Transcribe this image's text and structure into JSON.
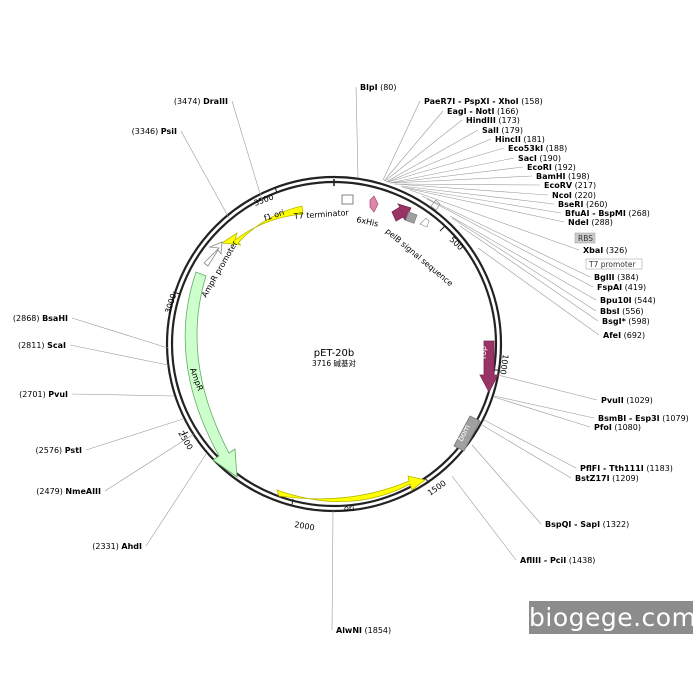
{
  "plasmid": {
    "name": "pET-20b",
    "size_label": "3716 碱基对"
  },
  "backbone": {
    "length": 3716,
    "ring_color": "#222222"
  },
  "ticks": [
    "500",
    "1000",
    "1500",
    "2000",
    "2500",
    "3000",
    "3500"
  ],
  "features": [
    {
      "name": "f1 ori",
      "color": "#ffff00",
      "stroke": "#b8b800"
    },
    {
      "name": "AmpR",
      "color": "#ccffcc",
      "stroke": "#66aa66"
    },
    {
      "name": "AmpR promoter",
      "color": "#ffffff",
      "stroke": "#888888"
    },
    {
      "name": "ori",
      "color": "#ffff00",
      "stroke": "#b8b800"
    },
    {
      "name": "bom",
      "color": "#a0a0a0",
      "stroke": "#777777"
    },
    {
      "name": "rop",
      "color": "#993366",
      "stroke": "#7a2850"
    },
    {
      "name": "pelB signal sequence",
      "color": "#993366",
      "stroke": "#7a2850"
    },
    {
      "name": "6xHis",
      "color": "#dd88aa",
      "stroke": "#aa5577"
    },
    {
      "name": "T7 terminator",
      "color": "#ffffff",
      "stroke": "#666666"
    }
  ],
  "boxed_labels": [
    "RBS",
    "T7 promoter"
  ],
  "sites": [
    {
      "name": "BlpI",
      "pos": "(80)"
    },
    {
      "name": "PaeR7I - PspXI - XhoI",
      "pos": "(158)"
    },
    {
      "name": "EagI - NotI",
      "pos": "(166)"
    },
    {
      "name": "HindIII",
      "pos": "(173)"
    },
    {
      "name": "SalI",
      "pos": "(179)"
    },
    {
      "name": "HincII",
      "pos": "(181)"
    },
    {
      "name": "Eco53kI",
      "pos": "(188)"
    },
    {
      "name": "SacI",
      "pos": "(190)"
    },
    {
      "name": "EcoRI",
      "pos": "(192)"
    },
    {
      "name": "BamHI",
      "pos": "(198)"
    },
    {
      "name": "EcoRV",
      "pos": "(217)"
    },
    {
      "name": "NcoI",
      "pos": "(220)"
    },
    {
      "name": "BseRI",
      "pos": "(260)"
    },
    {
      "name": "BfuAI - BspMI",
      "pos": "(268)"
    },
    {
      "name": "NdeI",
      "pos": "(288)"
    },
    {
      "name": "XbaI",
      "pos": "(326)"
    },
    {
      "name": "BglII",
      "pos": "(384)"
    },
    {
      "name": "FspAI",
      "pos": "(419)"
    },
    {
      "name": "Bpu10I",
      "pos": "(544)"
    },
    {
      "name": "BbsI",
      "pos": "(556)"
    },
    {
      "name": "BsgI*",
      "pos": "(598)"
    },
    {
      "name": "AfeI",
      "pos": "(692)"
    },
    {
      "name": "PvuII",
      "pos": "(1029)"
    },
    {
      "name": "BsmBI - Esp3I",
      "pos": "(1079)"
    },
    {
      "name": "PfoI",
      "pos": "(1080)"
    },
    {
      "name": "PflFI - Tth111I",
      "pos": "(1183)"
    },
    {
      "name": "BstZ17I",
      "pos": "(1209)"
    },
    {
      "name": "BspQI - SapI",
      "pos": "(1322)"
    },
    {
      "name": "AflIII - PciI",
      "pos": "(1438)"
    },
    {
      "name": "AlwNI",
      "pos": "(1854)"
    },
    {
      "name": "AhdI",
      "pos": "(2331)"
    },
    {
      "name": "NmeAIII",
      "pos": "(2479)"
    },
    {
      "name": "PstI",
      "pos": "(2576)"
    },
    {
      "name": "PvuI",
      "pos": "(2701)"
    },
    {
      "name": "ScaI",
      "pos": "(2811)"
    },
    {
      "name": "BsaHI",
      "pos": "(2868)"
    },
    {
      "name": "PsiI",
      "pos": "(3346)"
    },
    {
      "name": "DraIII",
      "pos": "(3474)"
    }
  ],
  "watermark": "biogege.com"
}
